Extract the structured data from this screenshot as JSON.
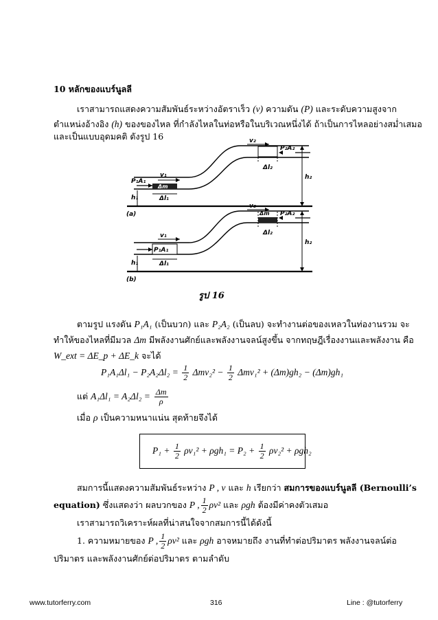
{
  "heading": "10  หลักของแบร์นูลลี",
  "intro": {
    "line1_a": "เราสามารถแสดงความสัมพันธ์ระหว่างอัตราเร็ว",
    "v_sym": "(v)",
    "line1_b": "ความดัน",
    "p_sym": "(P)",
    "line1_c": "และระดับความสูงจาก",
    "line2_a": "ตำแหน่งอ้างอิง",
    "h_sym": "(h)",
    "line2_b": "ของของไหล  ที่กำลังไหลในท่อหรือในบริเวณหนึ่งได้  ถ้าเป็นการไหลอย่างสม่ำเสมอ",
    "line3": "และเป็นแบบอุดมคติ  ดังรูป  16"
  },
  "figure": {
    "caption": "รูป  16",
    "labels": {
      "v2": "v₂",
      "p2a2": "P₂A₂",
      "dl2": "Δl₂",
      "h2": "h₂",
      "v1": "v₁",
      "p1a1": "P₁A₁",
      "dm": "Δm",
      "dl1": "Δl₁",
      "h1": "h₁",
      "a": "(a)",
      "b": "(b)"
    }
  },
  "para2": {
    "line1_a": "ตามรูป  แรงดัน",
    "p1a1": "P₁A₁",
    "line1_b": "(เป็นบวก)  และ",
    "p2a2": "P₂A₂",
    "line1_c": "(เป็นลบ)  จะทำงานต่อของเหลวในท่องานรวม  จะ",
    "line2_a": "ทำให้ของไหลที่มีมวล",
    "dm": "Δm",
    "line2_b": "มีพลังงานศักย์และพลังงานจลน์สูงขึ้น  จากทฤษฎีเรื่องงานและพลังงาน  คือ",
    "wext": "W_ext = ΔE_p + ΔE_k",
    "line3_b": "จะได้",
    "eq1_left": "P₁A₁Δl₁ − P₂A₂Δl₂ =",
    "eq1_half": "1",
    "eq1_two": "2",
    "eq1_t1": "Δmv₂²  −",
    "eq1_t2": "Δmv₁² + (Δm)gh₂ − (Δm)gh₁",
    "but_word": "แต่",
    "eq2_left": "A₁Δl₁ = A₂Δl₂ =",
    "eq2_num": "Δm",
    "eq2_den": "ρ",
    "when_word": "เมื่อ",
    "rho": "ρ",
    "when_text": "เป็นความหนาแน่น  สุดท้ายจึงได้"
  },
  "boxed_eq": {
    "a": "P₁ +",
    "b": "ρv₁² + ρgh₁ = P₂ +",
    "c": "ρv₂² + ρgh₂",
    "one": "1",
    "two": "2"
  },
  "para3": {
    "line1_a": "สมการนี้แสดงความสัมพันธ์ระหว่าง",
    "vars": "P , v",
    "and": "และ",
    "hv": "h",
    "called": "เรียกว่า",
    "bold_name": "สมการของแบร์นูลลี  (Bernoulli’s",
    "line2_bold": "equation)",
    "line2_a": "ซึ่งแสดงว่า  ผลบวกของ",
    "p_comma": "P ,",
    "rho_v2": "ρv²",
    "and2": "และ",
    "rgh": "ρgh",
    "line2_b": "ต้องมีค่าคงตัวเสมอ",
    "line3": "เราสามารถวิเคราะห์ผลที่น่าสนใจจากสมการนี้ได้ดังนี้",
    "item1_a": "1.  ความหมายของ",
    "item1_p": "P ,",
    "item1_rv": "ρv²",
    "item1_and": "และ",
    "item1_rgh": "ρgh",
    "item1_b": "อาจหมายถึง  งานที่ทำต่อปริมาตร  พลังงานจลน์ต่อ",
    "item1_line2": "ปริมาตร  และพลังงานศักย์ต่อปริมาตร  ตามลำดับ",
    "one": "1",
    "two": "2"
  },
  "footer": {
    "left": "www.tutorferry.com",
    "center": "316",
    "right": "Line : @tutorferry"
  }
}
